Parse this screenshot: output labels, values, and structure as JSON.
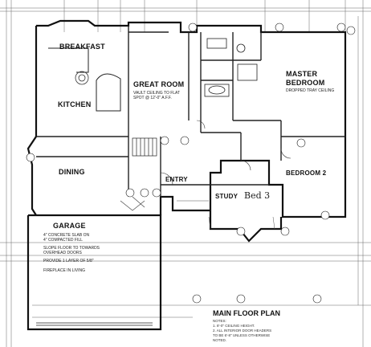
{
  "rooms": {
    "breakfast": "BREAKFAST",
    "kitchen": "KITCHEN",
    "great_room": "GREAT ROOM",
    "master_line1": "MASTER",
    "master_line2": "BEDROOM",
    "dining": "DINING",
    "entry": "ENTRY",
    "study": "STUDY",
    "bedroom2": "BEDROOM 2",
    "garage": "GARAGE"
  },
  "handwritten": {
    "bed3": "Bed 3"
  },
  "notes": {
    "great_room_ceiling": "VAULT CEILING TO FLAT",
    "great_room_ceiling2": "SPOT @ 12'-0\" A.F.F.",
    "master_ceiling": "DROPPED TRAY CEILING",
    "garage1": "4\" CONCRETE SLAB ON",
    "garage2": "4\" COMPACTED FILL",
    "garage3": "SLOPE FLOOR TO TOWARDS",
    "garage4": "OVERHEAD DOORS",
    "garage5": "PROVIDE 1 LAYER OF 5/8\"",
    "garage6": "FIREPLACE IN LIVING"
  },
  "title": {
    "main": "MAIN FLOOR PLAN",
    "notes_heading": "NOTES:",
    "note1": "1. 8'-0\" CEILING HEIGHT.",
    "note2": "2. ALL INTERIOR DOOR HEADERS",
    "note3": "TO BE 6'-8\" UNLESS OTHERWISE",
    "note4": "NOTED."
  }
}
